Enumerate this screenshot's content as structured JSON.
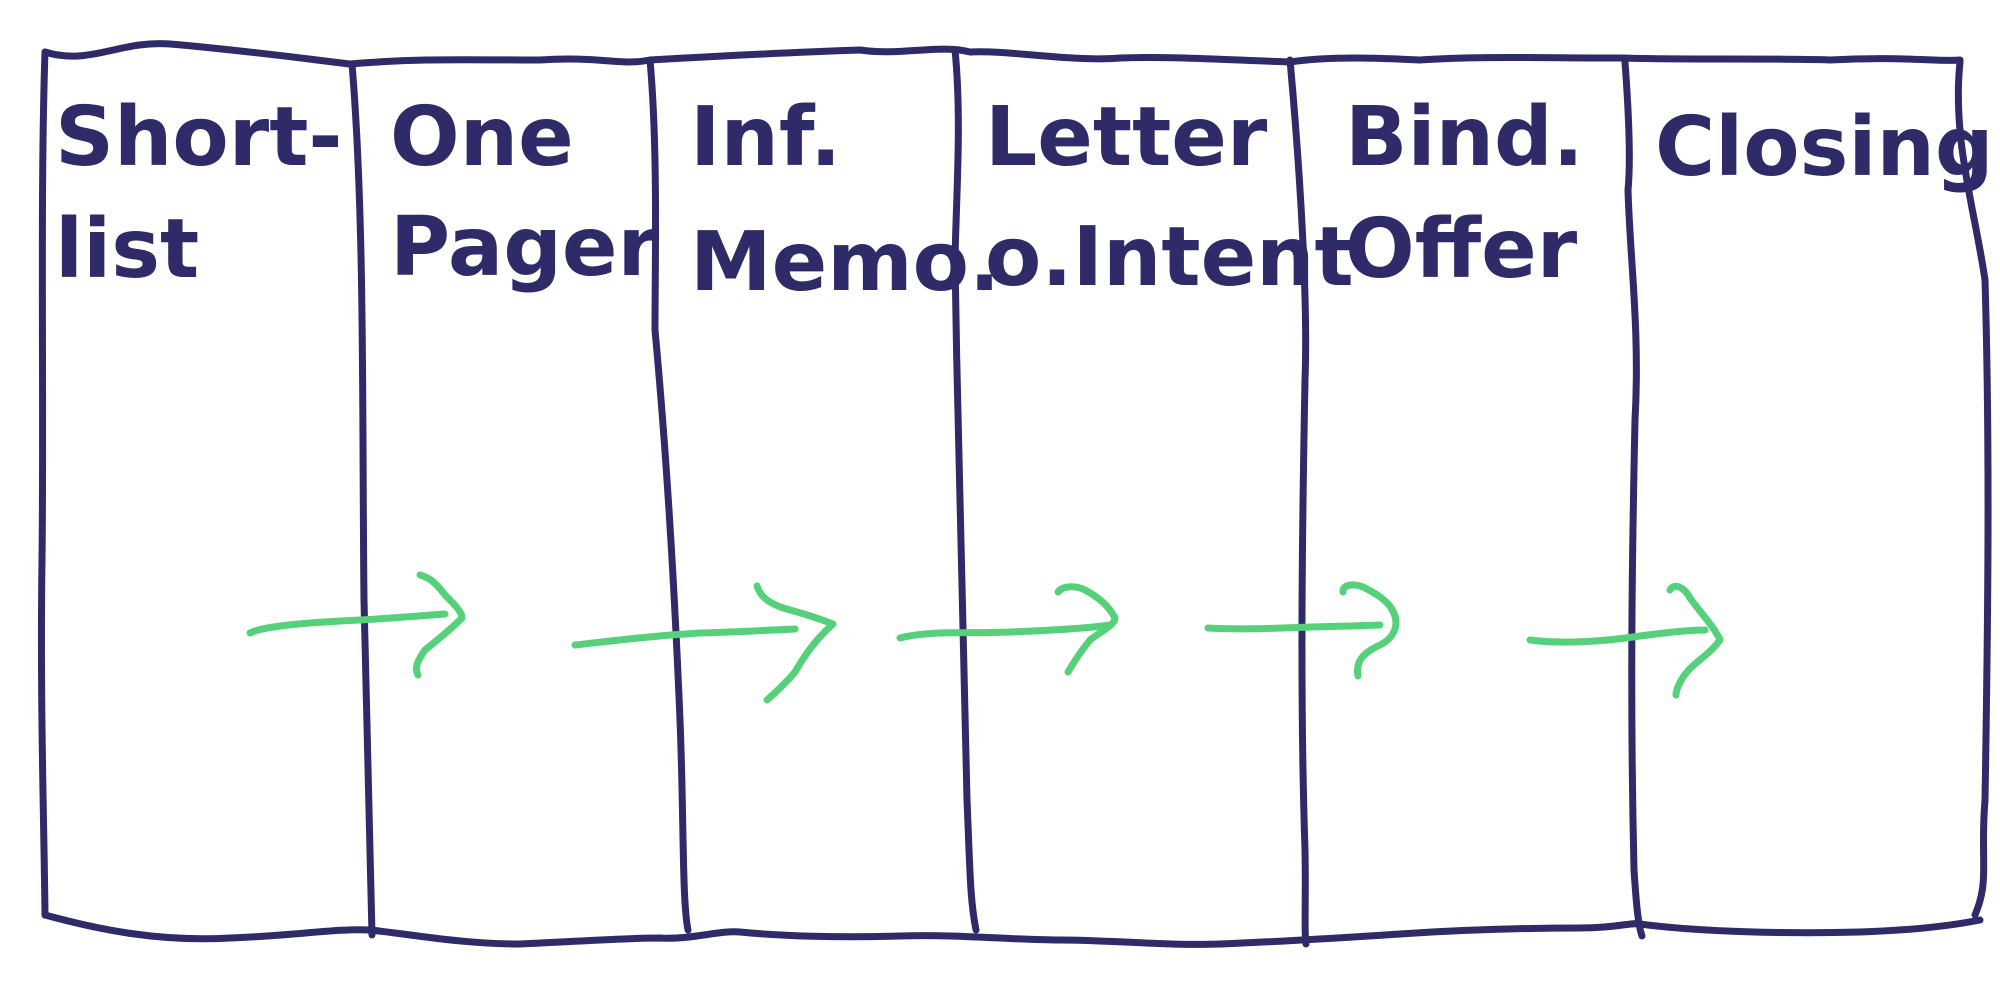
{
  "diagram": {
    "stages": [
      {
        "label_lines": [
          "Short-",
          "list"
        ]
      },
      {
        "label_lines": [
          "One",
          "Pager"
        ]
      },
      {
        "label_lines": [
          "Inf.",
          "Memo."
        ]
      },
      {
        "label_lines": [
          "Letter",
          "o.Intent"
        ]
      },
      {
        "label_lines": [
          "Bind.",
          "Offer"
        ]
      },
      {
        "label_lines": [
          "Closing"
        ]
      }
    ],
    "colors": {
      "frame": "#2f2a68",
      "arrows": "#56d07a",
      "background": "#ffffff"
    }
  }
}
